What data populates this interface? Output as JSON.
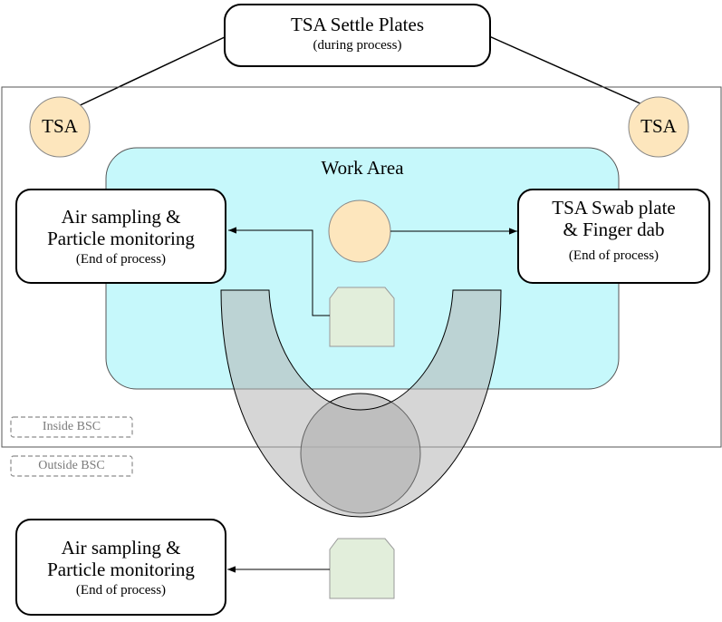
{
  "colors": {
    "work_area": "#c6f8fb",
    "plate": "#fde6bd",
    "instrument": "#e2eedb",
    "operator": "#b4b4b4",
    "outline": "#000000",
    "tag_border": "#8c8c8c"
  },
  "settle_plates": {
    "title": "TSA Settle Plates",
    "subtitle": "(during process)",
    "left_plate": "TSA",
    "right_plate": "TSA"
  },
  "work_area": {
    "label": "Work Area"
  },
  "air_sampling_inside": {
    "line1": "Air sampling &",
    "line2": "Particle monitoring",
    "note": "(End of process)"
  },
  "swab_plate": {
    "line1": "TSA Swab plate",
    "line2": "& Finger dab",
    "note": "(End of process)"
  },
  "zones": {
    "inside": "Inside BSC",
    "outside": "Outside BSC"
  },
  "air_sampling_outside": {
    "line1": "Air sampling &",
    "line2": "Particle monitoring",
    "note": "(End of process)"
  }
}
